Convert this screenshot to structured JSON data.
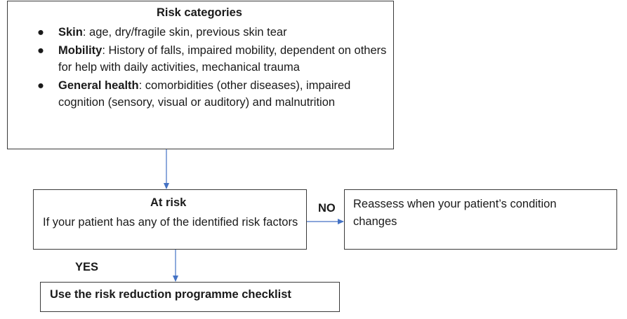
{
  "risk_box": {
    "title": "Risk categories",
    "items": [
      {
        "name": "Skin",
        "detail": ": age, dry/fragile skin, previous skin tear"
      },
      {
        "name": "Mobility",
        "detail": ": History of falls, impaired mobility, dependent on others for help with daily activities, mechanical trauma"
      },
      {
        "name": "General health",
        "detail": ": comorbidities (other diseases), impaired cognition (sensory, visual or auditory) and malnutrition"
      }
    ]
  },
  "at_risk_box": {
    "title": "At risk",
    "description": "If your patient has any of the identified risk factors"
  },
  "reassess_box": {
    "text": "Reassess when your patient’s condition changes"
  },
  "checklist_box": {
    "text": "Use the risk reduction programme checklist"
  },
  "edges": {
    "no_label": "NO",
    "yes_label": "YES"
  },
  "colors": {
    "arrow": "#4472c4",
    "border": "#3a3a3a"
  }
}
